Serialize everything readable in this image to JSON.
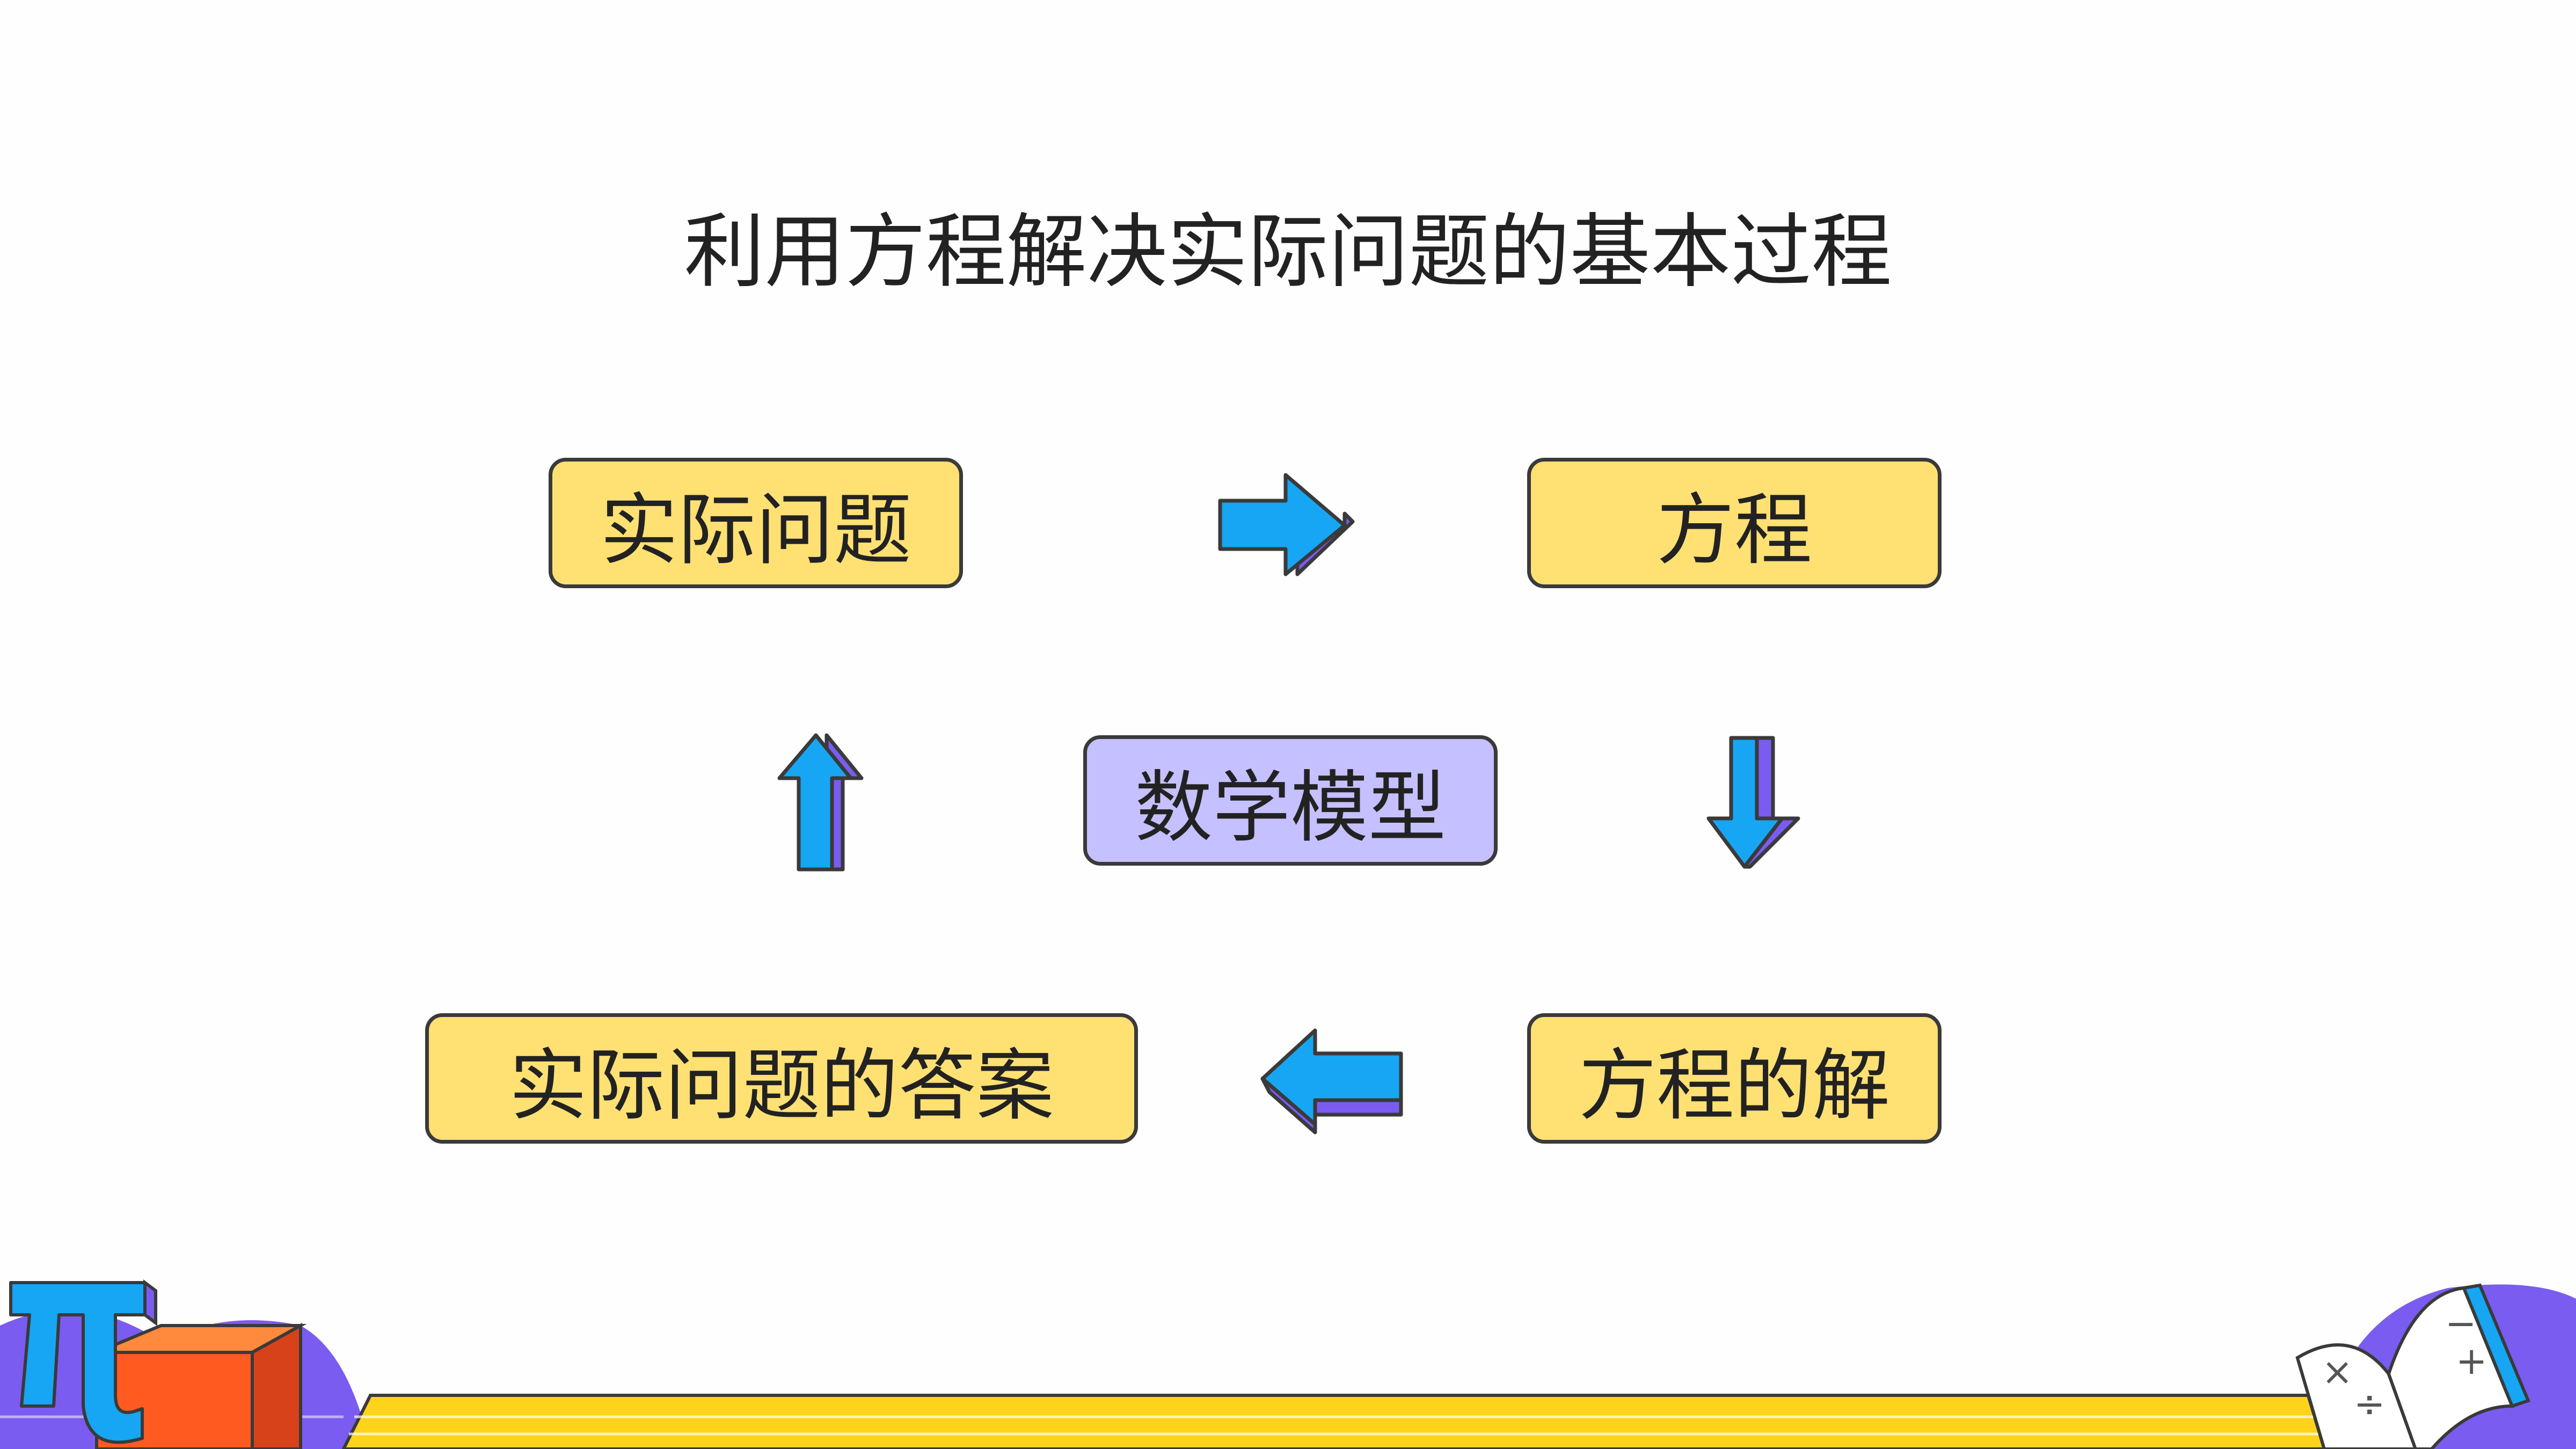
{
  "title": "利用方程解决实际问题的基本过程",
  "nodes": {
    "real_problem": "实际问题",
    "equation": "方程",
    "math_model": "数学模型",
    "equation_solution": "方程的解",
    "real_answer": "实际问题的答案"
  },
  "colors": {
    "box_fill": "#ffe073",
    "model_fill": "#c5c0ff",
    "arrow_face": "#16a6f3",
    "arrow_side": "#7b5cf0",
    "stroke": "#3a3a3a",
    "band_yellow": "#ffd31a"
  },
  "decorations": {
    "left": "pi-icon",
    "right": "math-book-icon"
  }
}
